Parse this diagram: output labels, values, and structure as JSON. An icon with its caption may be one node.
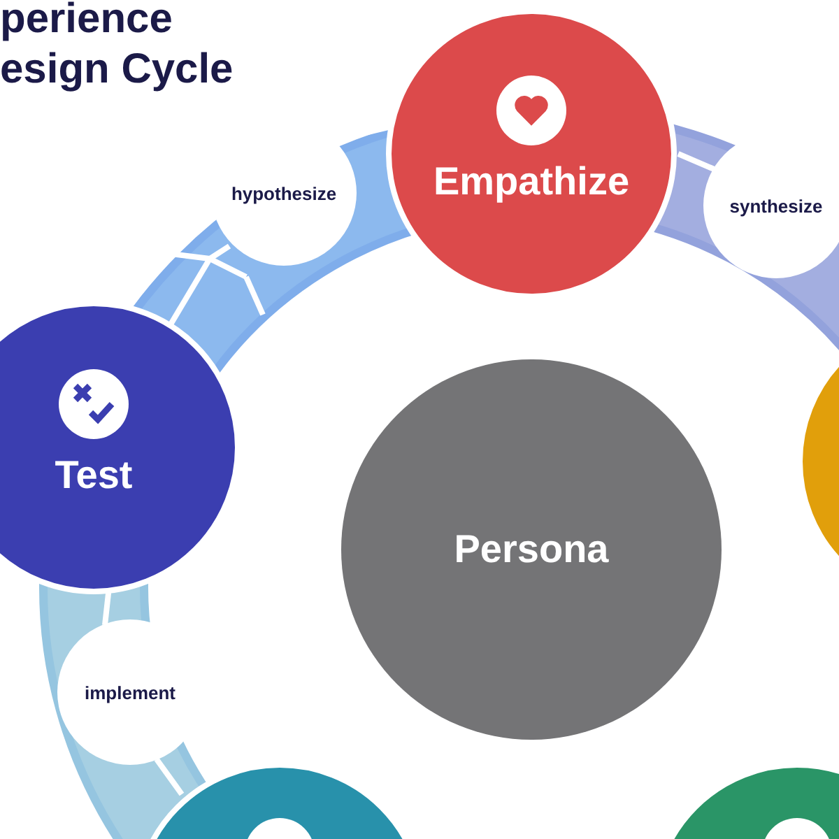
{
  "diagram": {
    "title": "perience esign Cycle",
    "nodes": [
      {
        "text": [
          "Empathize"
        ]
      },
      {
        "text": [
          "hypothesize"
        ]
      },
      {
        "text": [
          "synthesize"
        ]
      },
      {
        "text": [
          "Test"
        ]
      },
      {
        "text": [],
        "shape": "circle"
      },
      {
        "text": [
          "Persona"
        ]
      },
      {
        "text": [
          "implement"
        ]
      },
      {
        "text": [],
        "shape": "circle"
      },
      {
        "text": [],
        "shape": "circle"
      }
    ]
  }
}
